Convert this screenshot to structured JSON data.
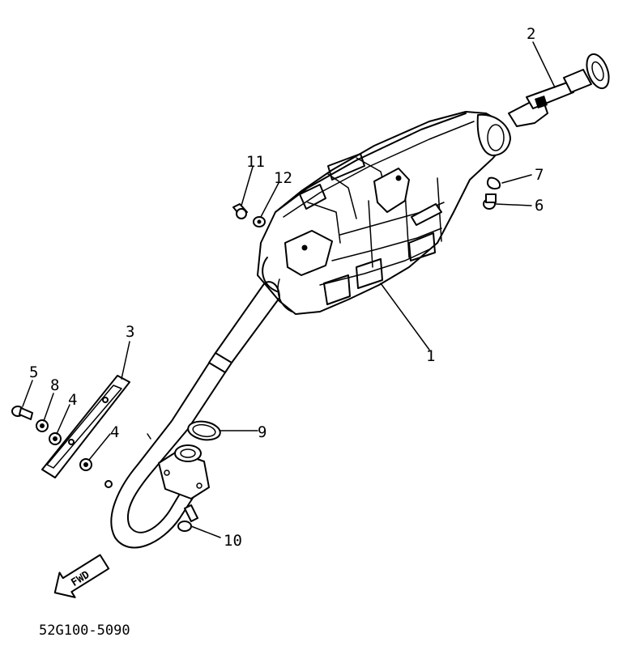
{
  "diagram": {
    "callouts": [
      {
        "id": "1",
        "text": "1"
      },
      {
        "id": "2",
        "text": "2"
      },
      {
        "id": "3",
        "text": "3"
      },
      {
        "id": "4a",
        "text": "4"
      },
      {
        "id": "4b",
        "text": "4"
      },
      {
        "id": "5",
        "text": "5"
      },
      {
        "id": "6",
        "text": "6"
      },
      {
        "id": "7",
        "text": "7"
      },
      {
        "id": "8",
        "text": "8"
      },
      {
        "id": "9",
        "text": "9"
      },
      {
        "id": "10",
        "text": "10"
      },
      {
        "id": "11",
        "text": "11"
      },
      {
        "id": "12",
        "text": "12"
      }
    ],
    "fwd_label": "FWD",
    "part_code": "52G100-5090"
  }
}
